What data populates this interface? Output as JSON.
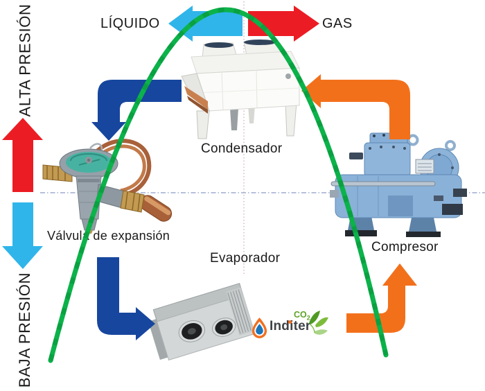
{
  "diagram": {
    "type": "refrigeration-cycle",
    "labels": {
      "liquido": "LÍQUIDO",
      "gas": "GAS",
      "alta_presion": "ALTA PRESIÓN",
      "baja_presion": "BAJA PRESIÓN",
      "condensador": "Condensador",
      "valvula_expansion": "Válvula de expansión",
      "evaporador": "Evaporador",
      "compresor": "Compresor"
    },
    "logo": {
      "brand": "Inditer",
      "co2": "CO",
      "co2_sub": "2"
    },
    "colors": {
      "liquid_arrow": "#2fb5ea",
      "gas_arrow": "#ec1c24",
      "high_pressure_arrow": "#ec1c24",
      "low_pressure_arrow": "#2fb5ea",
      "flow_arrow_dark_blue": "#17469e",
      "flow_arrow_orange": "#f3701b",
      "cycle_curve_green": "#0cb24a",
      "dash_line_horizontal": "#8a9bc6",
      "dash_line_vertical": "#cfa6b2",
      "logo_orange": "#f26f21",
      "logo_blue": "#1b75bb",
      "logo_green": "#6cb52c",
      "text": "#1a1a1a"
    },
    "icons": {
      "arrows": [
        {
          "name": "liquido-arrow",
          "direction": "left",
          "color": "#2fb5ea"
        },
        {
          "name": "gas-arrow",
          "direction": "right",
          "color": "#ec1c24"
        },
        {
          "name": "alta-presion-arrow",
          "direction": "up",
          "color": "#ec1c24"
        },
        {
          "name": "baja-presion-arrow",
          "direction": "down",
          "color": "#2fb5ea"
        },
        {
          "name": "condenser-to-valve-arrow",
          "direction": "left-then-down",
          "color": "#17469e"
        },
        {
          "name": "valve-to-evaporator-arrow",
          "direction": "down-then-right",
          "color": "#17469e"
        },
        {
          "name": "compressor-to-condenser-arrow",
          "direction": "up-then-left",
          "color": "#f3701b"
        },
        {
          "name": "evaporator-to-compressor-arrow",
          "direction": "right-then-up",
          "color": "#f3701b"
        }
      ],
      "images": [
        "condenser-image",
        "expansion-valve-image",
        "evaporator-image",
        "compressor-image",
        "inditer-logo"
      ]
    }
  }
}
